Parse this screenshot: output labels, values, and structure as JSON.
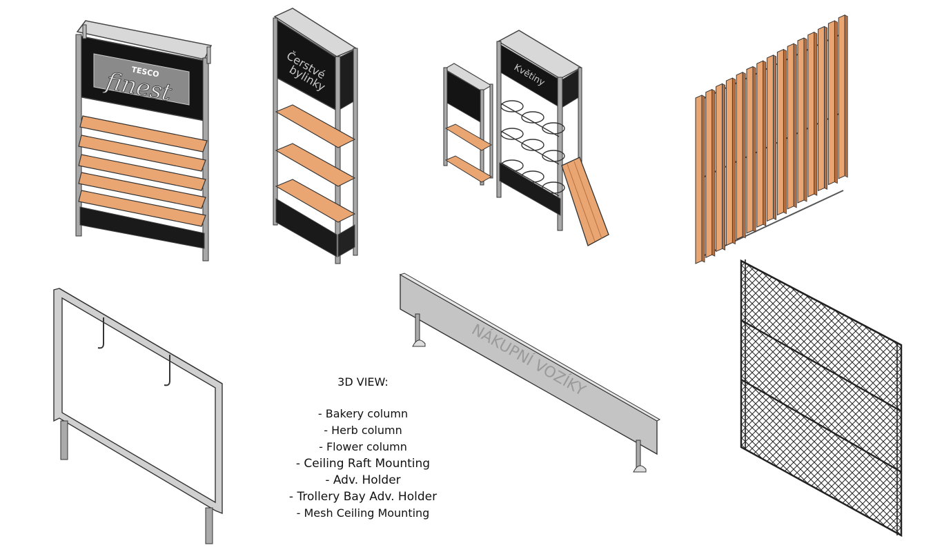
{
  "view_title": "3D VIEW:",
  "legend_items": [
    "- Bakery column",
    "- Herb column",
    "- Flower column",
    "- Ceiling Raft Mounting",
    "- Adv. Holder",
    "- Trollery Bay Adv. Holder",
    "- Mesh Ceiling Mounting"
  ],
  "signs": {
    "bakery_brand_top": "TESCO",
    "bakery_brand": "finest",
    "herb_line1": "Čerstvé",
    "herb_line2": "bylinky",
    "flower": "Květiny",
    "trolley": "NÁKUPNÍ VOZÍKY"
  },
  "colors": {
    "frame": "#9a9a9a",
    "frame_dark": "#4a4a4a",
    "panel_black": "#141414",
    "wood": "#e9a572",
    "wood_dark": "#b97040",
    "sign_grey": "#c4c4c4",
    "mesh": "#2a2a2a"
  }
}
